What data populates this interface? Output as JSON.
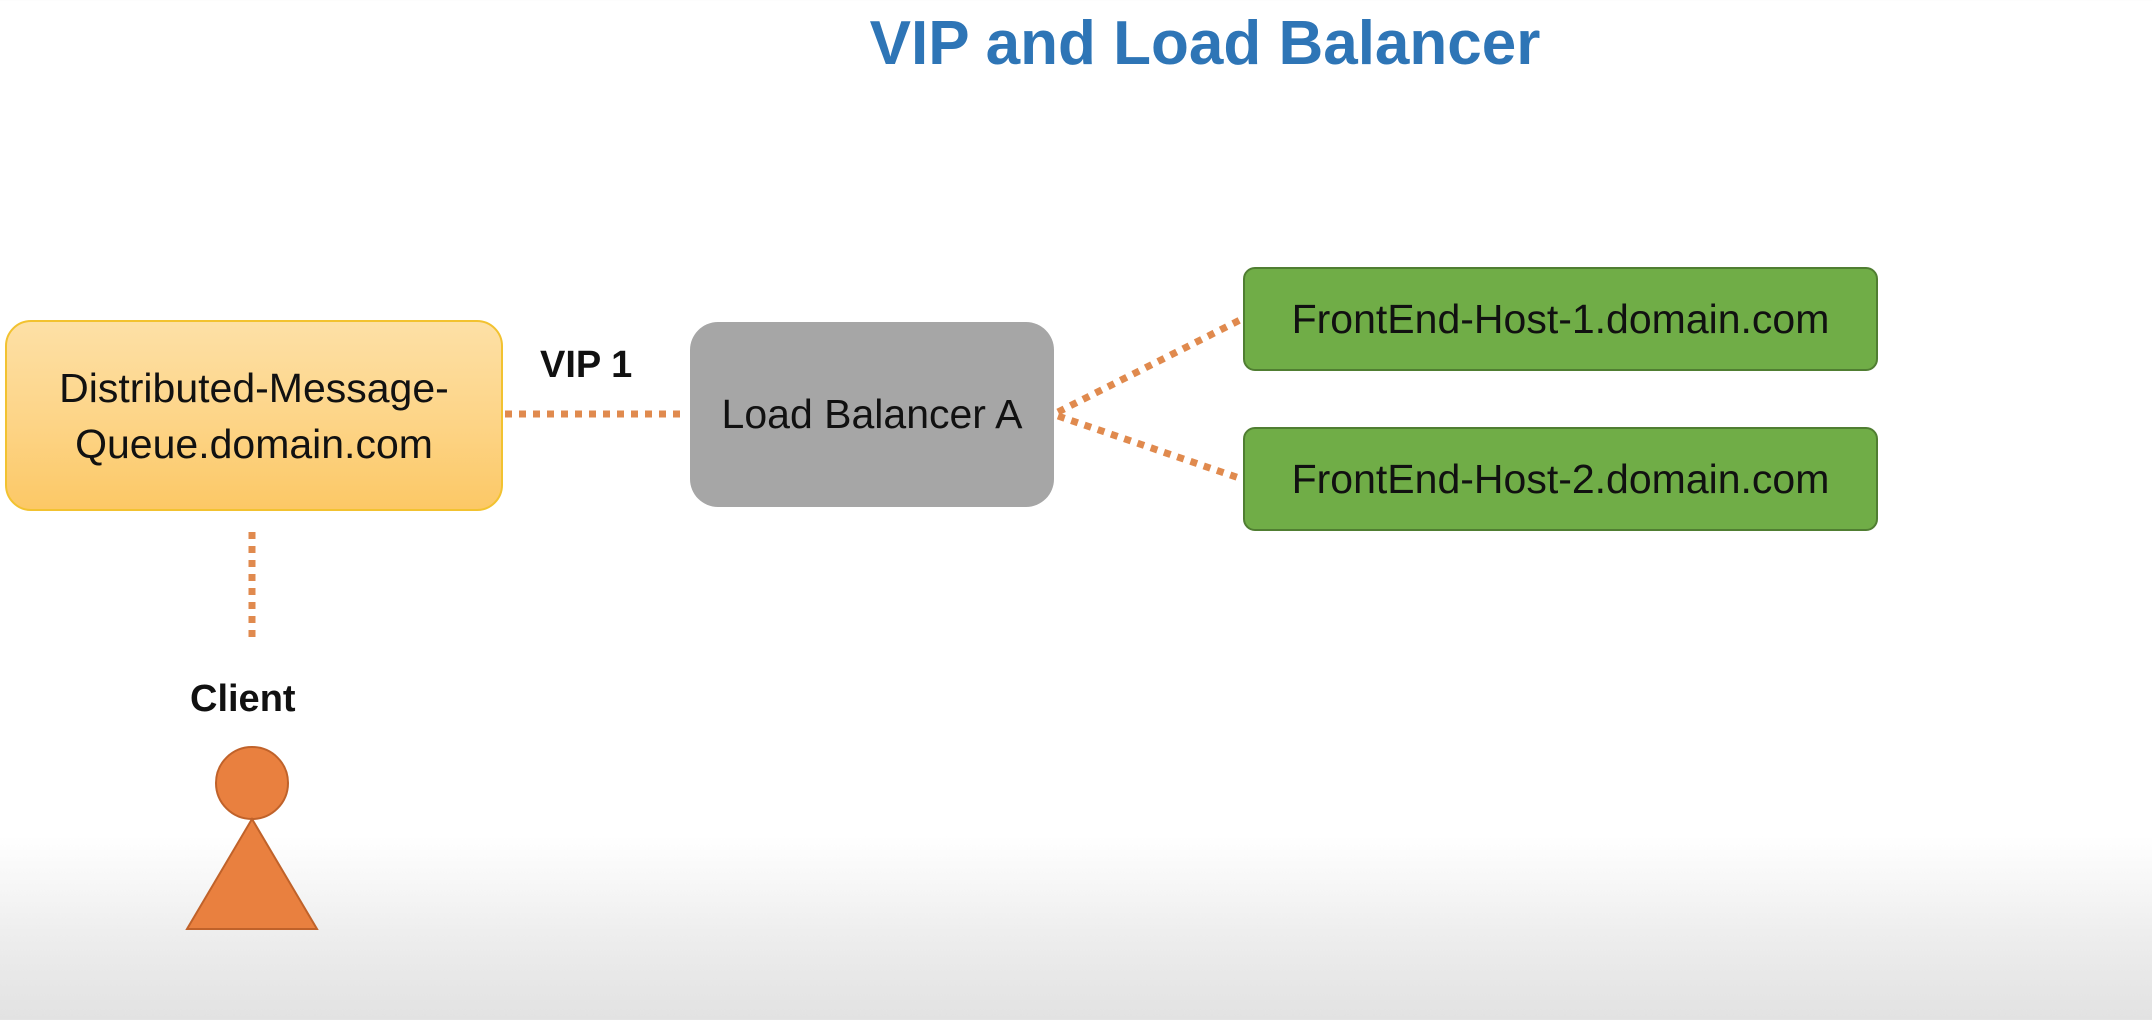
{
  "title": "VIP and Load Balancer",
  "nodes": {
    "queue": "Distributed-Message-Queue.domain.com",
    "load_balancer": "Load Balancer A",
    "host_1": "FrontEnd-Host-1.domain.com",
    "host_2": "FrontEnd-Host-2.domain.com"
  },
  "labels": {
    "vip": "VIP 1",
    "client": "Client"
  },
  "colors": {
    "title": "#2e75b6",
    "queue_fill": "#fdd486",
    "queue_border": "#f2c230",
    "load_balancer_fill": "#a6a6a6",
    "host_fill": "#70ad47",
    "host_border": "#507e32",
    "connector": "#e08a4e",
    "client_figure": "#e9803f"
  },
  "icons": {
    "client": "person-icon"
  }
}
